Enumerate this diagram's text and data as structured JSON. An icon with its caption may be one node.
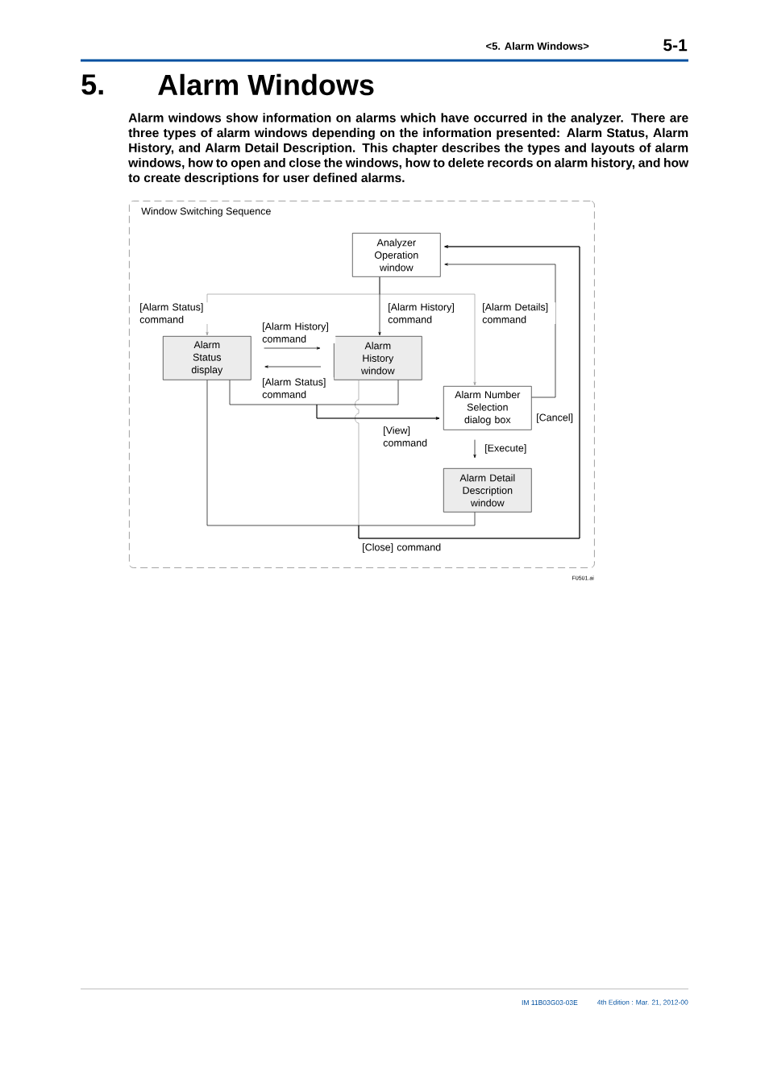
{
  "diagram": {
    "title": "Alarm Windows",
    "nodes": [
      {
        "text": [
          "Window Switching Sequence"
        ]
      },
      {
        "text": [
          "Analyzer Operation window"
        ],
        "in": 0
      },
      {
        "text": [
          "Alarm Status display"
        ],
        "in": 0
      },
      {
        "text": [
          "Alarm History window"
        ],
        "in": 0
      },
      {
        "text": [
          "Alarm Number Selection dialog box"
        ],
        "in": 0
      },
      {
        "text": [
          "Alarm Detail Description window"
        ],
        "in": 0
      }
    ],
    "edges": [
      {
        "from": 1,
        "to": 3,
        "arrow": "to",
        "label": "[Alarm History] command"
      },
      {
        "from": 1,
        "to": 2,
        "arrow": "to",
        "label": "[Alarm Status] command",
        "color": "#999999"
      },
      {
        "from": 1,
        "to": 4,
        "arrow": "to",
        "label": "[Alarm Details] command",
        "color": "#999999"
      },
      {
        "from": 2,
        "to": 3,
        "arrow": "to",
        "label": "[Alarm History] command"
      },
      {
        "from": 3,
        "to": 2,
        "arrow": "to",
        "label": "[Alarm Status] command"
      },
      {
        "from": 2,
        "to": 4,
        "arrow": "to"
      },
      {
        "from": 3,
        "to": 4,
        "arrow": "to",
        "label": "[View] command"
      },
      {
        "from": 4,
        "to": 1,
        "arrow": "to",
        "label": "[Cancel]"
      },
      {
        "from": 4,
        "to": 5,
        "arrow": "to",
        "label": "[Execute]"
      },
      {
        "from": 2,
        "to": 1,
        "arrow": "to"
      },
      {
        "from": 3,
        "to": 1,
        "arrow": "to",
        "label": "[Close] command",
        "color": "#999999"
      },
      {
        "from": 5,
        "to": 1,
        "arrow": "to"
      }
    ],
    "labels": [
      "<5.  Alarm Windows>",
      "5-1",
      "5.",
      "Alarm windows show information on alarms which have occurred in the analyzer. There are three types of alarm windows depending on the information presented: Alarm Status, Alarm History, and Alarm Detail Description. This chapter describes the types and layouts of alarm windows, how to open and close the windows, how to delete records on alarm history, and how to create descriptions for user defined alarms.",
      "F0501.ai",
      "IM 11B03G03-03E",
      "4th Edition : Mar. 21, 2012-00"
    ]
  }
}
